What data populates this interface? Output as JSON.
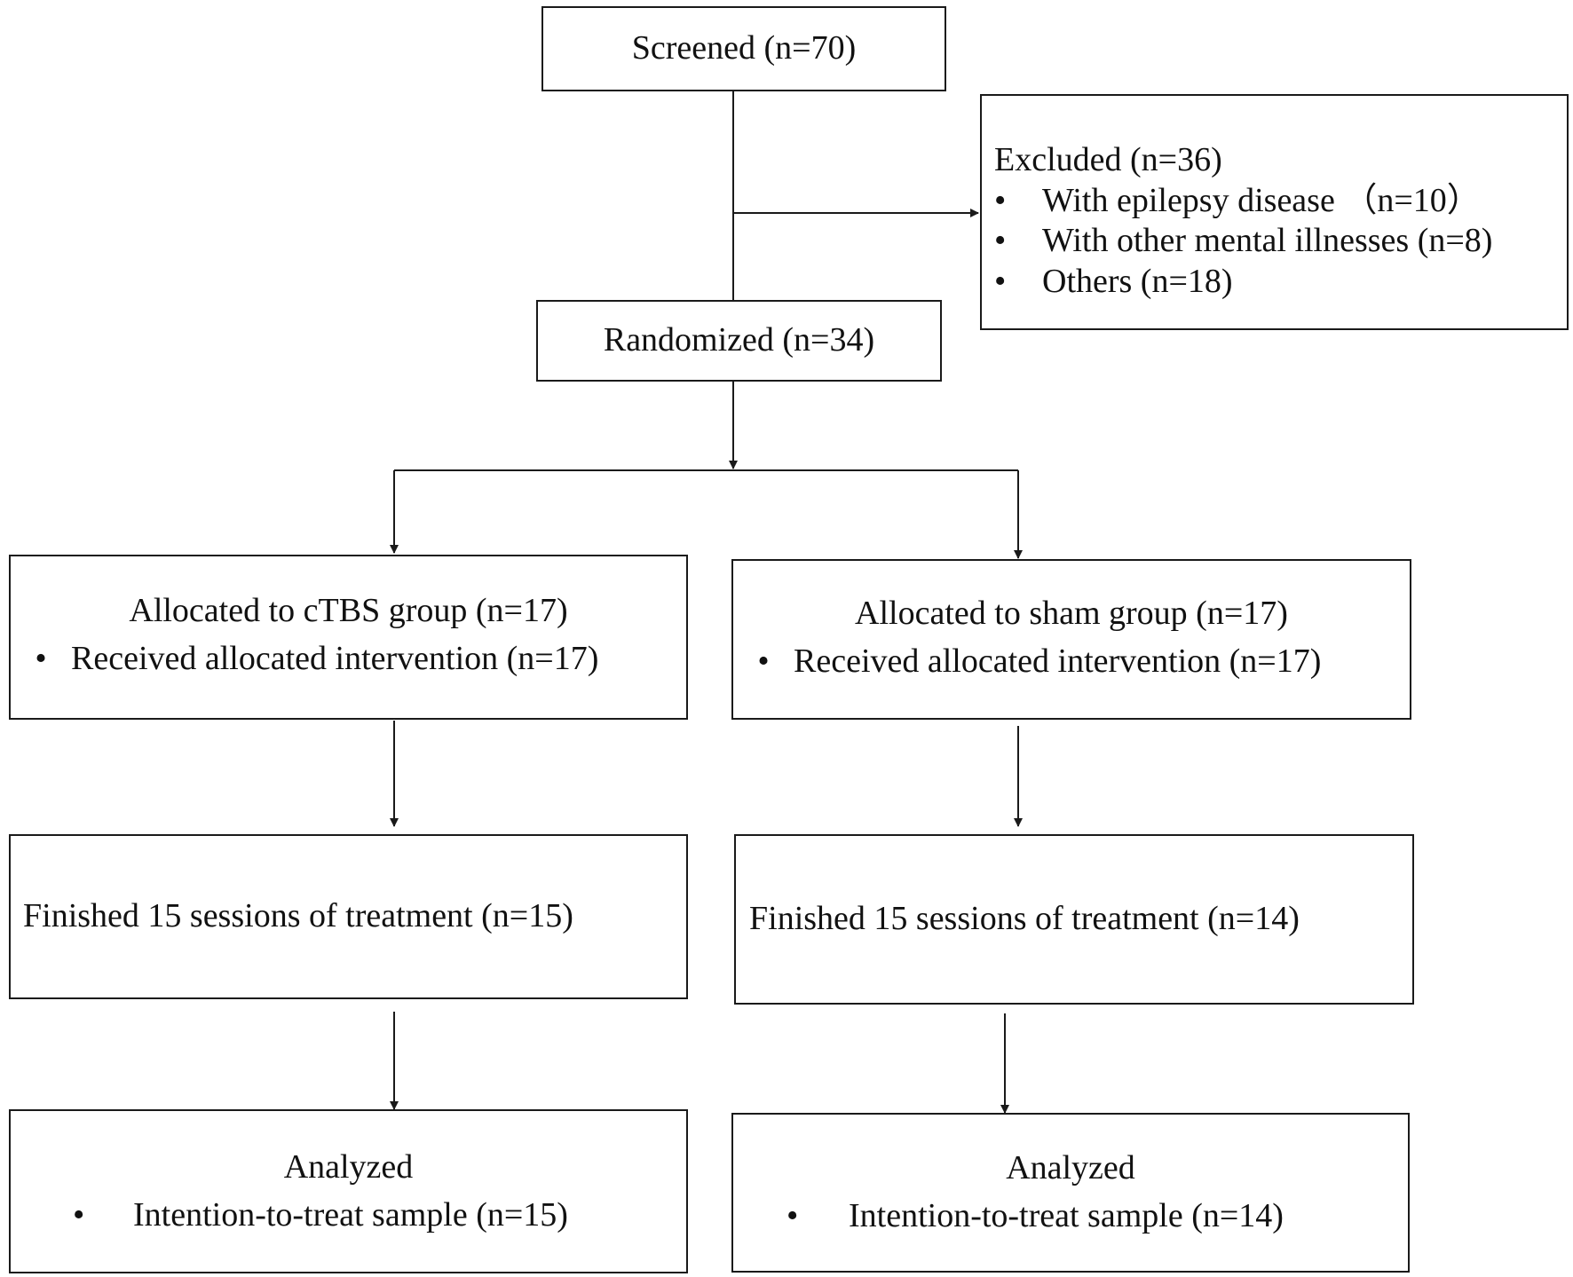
{
  "flow": {
    "screened": "Screened (n=70)",
    "excluded": {
      "title": "Excluded (n=36)",
      "items": [
        "With epilepsy disease （n=10）",
        "With other mental illnesses (n=8)",
        "Others (n=18)"
      ]
    },
    "randomized": "Randomized (n=34)",
    "arms": [
      {
        "allocated": "Allocated to cTBS group (n=17)",
        "received": "Received allocated intervention (n=17)",
        "finished": "Finished 15 sessions of treatment (n=15)",
        "analyzed": "Analyzed",
        "itt": "Intention-to-treat sample (n=15)"
      },
      {
        "allocated": "Allocated to sham group (n=17)",
        "received": "Received allocated intervention (n=17)",
        "finished": "Finished 15 sessions of treatment (n=14)",
        "analyzed": "Analyzed",
        "itt": "Intention-to-treat sample (n=14)"
      }
    ],
    "bullet_glyph": "•",
    "line_color": "#1a1a1a"
  }
}
